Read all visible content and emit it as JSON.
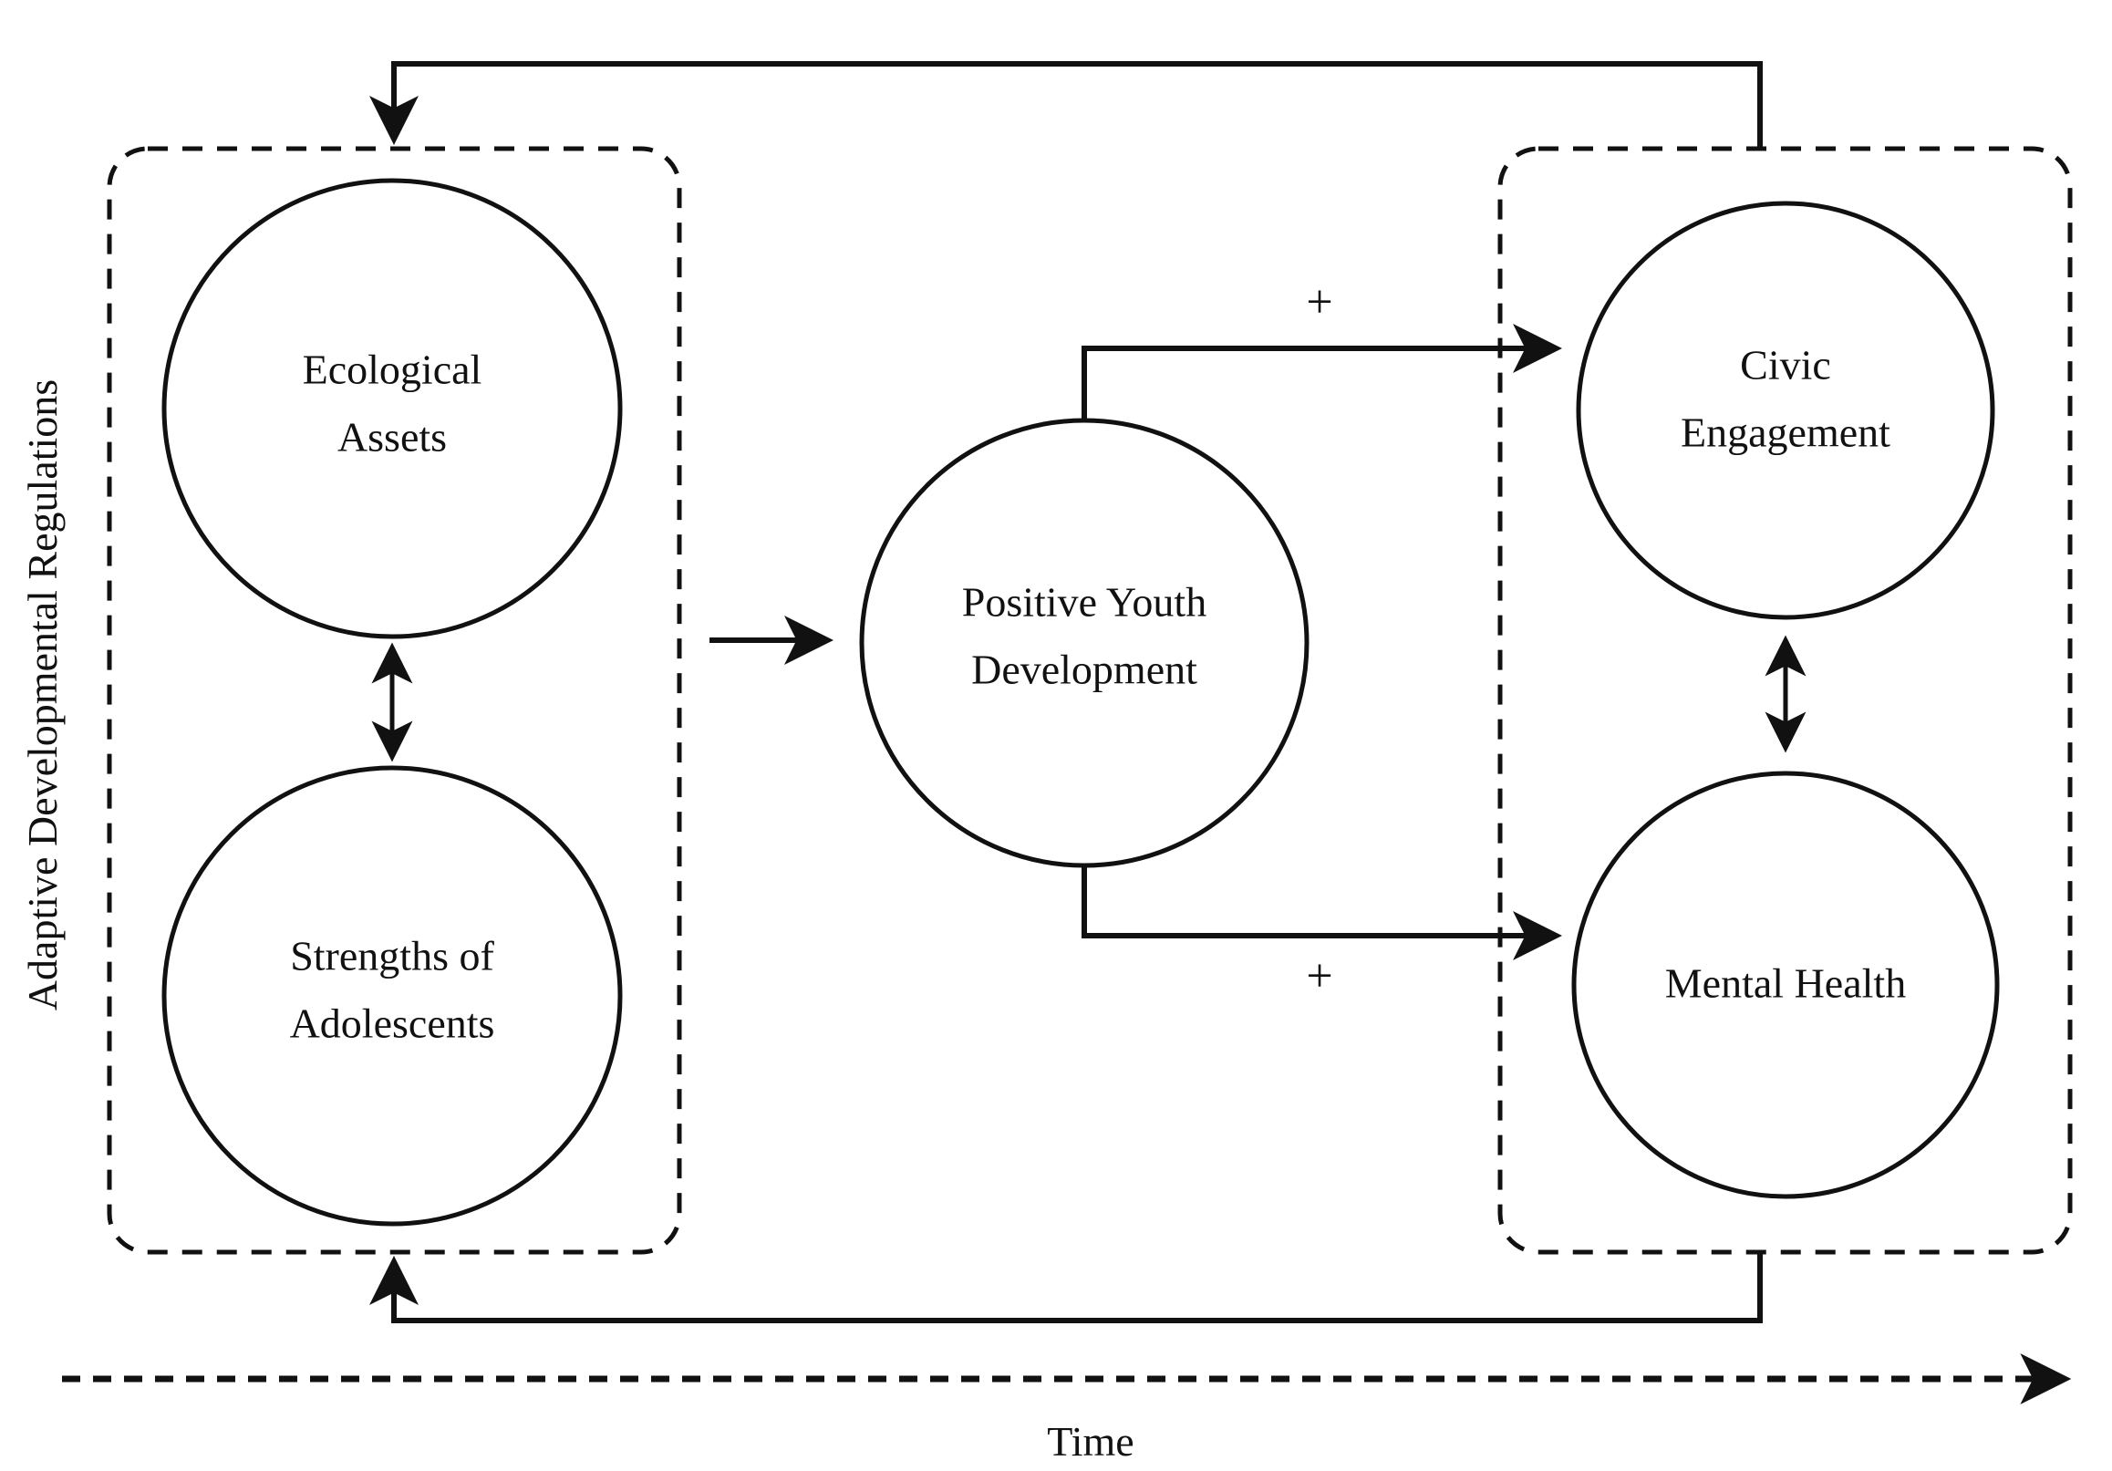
{
  "figure": {
    "type": "conceptual-model-diagram",
    "background_color": "#ffffff",
    "stroke_color": "#111111"
  },
  "axis": {
    "vertical_label": "Adaptive Developmental Regulations",
    "horizontal_label": "Time"
  },
  "groups": [
    {
      "id": "left-group",
      "name": "adaptive-developmental-regulations-inputs",
      "border_style": "dashed"
    },
    {
      "id": "right-group",
      "name": "adaptive-developmental-regulations-outcomes",
      "border_style": "dashed"
    }
  ],
  "nodes": [
    {
      "id": "ecological-assets",
      "line1": "Ecological",
      "line2": "Assets"
    },
    {
      "id": "strengths-of-adolescents",
      "line1": "Strengths of",
      "line2": "Adolescents"
    },
    {
      "id": "positive-youth-development",
      "line1": "Positive Youth",
      "line2": "Development"
    },
    {
      "id": "civic-engagement",
      "line1": "Civic",
      "line2": "Engagement"
    },
    {
      "id": "mental-health",
      "line1": "Mental Health",
      "line2": ""
    }
  ],
  "edge_labels": {
    "pyd_to_civic_engagement": "+",
    "pyd_to_mental_health": "+"
  },
  "edges": [
    {
      "id": "assets-strengths",
      "from": "ecological-assets",
      "to": "strengths-of-adolescents",
      "arrow": "double"
    },
    {
      "id": "left-group-to-pyd",
      "from": "left-group",
      "to": "positive-youth-development",
      "arrow": "single"
    },
    {
      "id": "pyd-to-civic",
      "from": "positive-youth-development",
      "to": "civic-engagement",
      "arrow": "single",
      "sign": "+"
    },
    {
      "id": "pyd-to-mental",
      "from": "positive-youth-development",
      "to": "mental-health",
      "arrow": "single",
      "sign": "+"
    },
    {
      "id": "civic-mental",
      "from": "civic-engagement",
      "to": "mental-health",
      "arrow": "double"
    },
    {
      "id": "top-feedback",
      "from": "right-group",
      "to": "left-group",
      "arrow": "single"
    },
    {
      "id": "bottom-feedback",
      "from": "right-group",
      "to": "left-group",
      "arrow": "single"
    }
  ]
}
